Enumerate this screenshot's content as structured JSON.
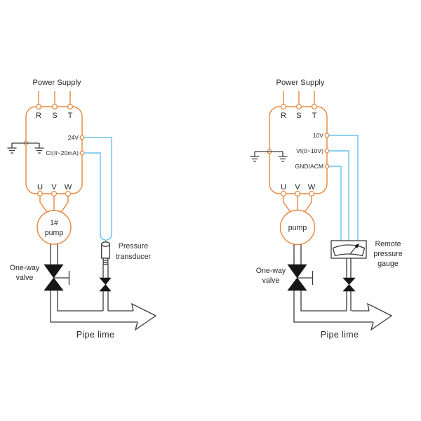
{
  "colors": {
    "device": "#E8853D",
    "wire": "#66C2E8",
    "line": "#3A3A3A",
    "valve": "#161616",
    "text": "#2B2B2B",
    "background": "#FFFFFF"
  },
  "diagrams": [
    {
      "name": "current-signal-system",
      "power_supply": "Power Supply",
      "input_terminals": [
        "R",
        "S",
        "T"
      ],
      "control_terminals": [
        "24V",
        "CI(4~20mA)"
      ],
      "output_terminals": [
        "U",
        "V",
        "W"
      ],
      "pump": [
        "1#",
        "pump"
      ],
      "check_valve": [
        "One-way",
        "valve"
      ],
      "sensor": [
        "Pressure",
        "transducer"
      ],
      "pipe": "Pipe lime"
    },
    {
      "name": "voltage-signal-system",
      "power_supply": "Power Supply",
      "input_terminals": [
        "R",
        "S",
        "T"
      ],
      "control_terminals": [
        "10V",
        "VI(0~10V)",
        "GND/ACM"
      ],
      "output_terminals": [
        "U",
        "V",
        "W"
      ],
      "pump": [
        "pump"
      ],
      "check_valve": [
        "One-way",
        "valve"
      ],
      "sensor": [
        "Remote",
        "pressure",
        "gauge"
      ],
      "pipe": "Pipe lime"
    }
  ]
}
